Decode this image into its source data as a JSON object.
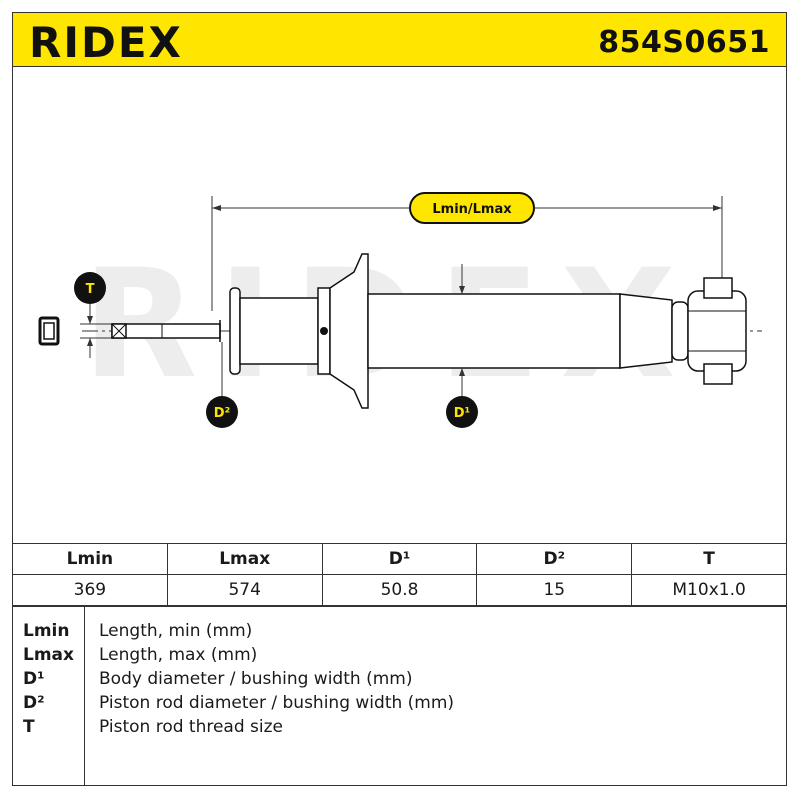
{
  "header": {
    "brand": "RIDEX",
    "part_number": "854S0651",
    "background_color": "#ffe600"
  },
  "diagram": {
    "labels": {
      "length": "Lmin/Lmax",
      "thread": "T",
      "rod_diameter": "D²",
      "body_diameter": "D¹"
    },
    "watermark": "RIDEX"
  },
  "spec_table": {
    "headers": [
      "Lmin",
      "Lmax",
      "D¹",
      "D²",
      "T"
    ],
    "values": [
      "369",
      "574",
      "50.8",
      "15",
      "M10x1.0"
    ]
  },
  "legend": [
    {
      "key": "Lmin",
      "desc": "Length, min (mm)"
    },
    {
      "key": "Lmax",
      "desc": "Length, max (mm)"
    },
    {
      "key": "D¹",
      "desc": "Body diameter / bushing width (mm)"
    },
    {
      "key": "D²",
      "desc": "Piston rod diameter / bushing width (mm)"
    },
    {
      "key": "T",
      "desc": "Piston rod thread size"
    }
  ]
}
